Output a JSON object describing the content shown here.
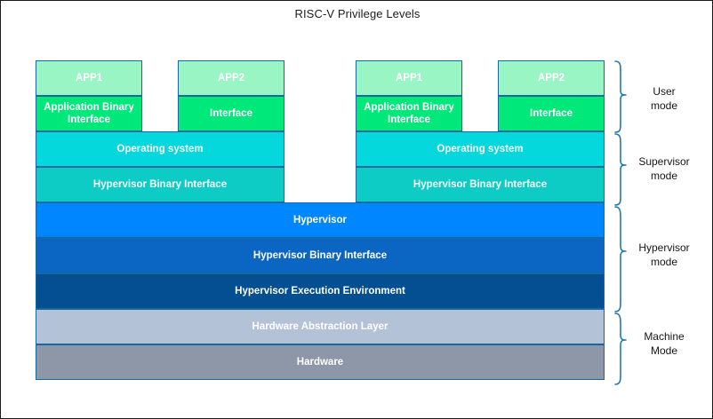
{
  "title": "RISC-V Privilege Levels",
  "colors": {
    "app": "#99f5c4",
    "abi": "#00e87a",
    "os": "#05d8dc",
    "supervisor_hbi": "#0dccc6",
    "hypervisor": "#0086ff",
    "hypervisor_binary_interface": "#0a66c2",
    "hypervisor_execution_environment": "#034f91",
    "hardware_abstraction_layer": "#b4c2d7",
    "hardware": "#8e97a8",
    "border": "#16689e",
    "brace": "#1f77b4",
    "text_on_block": "#ffffff",
    "label_text": "#161616"
  },
  "vms": [
    {
      "name": "vm-left",
      "apps": [
        {
          "title": "APP1",
          "interface": "Application Binary Interface"
        },
        {
          "title": "APP2",
          "interface": "Interface"
        }
      ],
      "os": "Operating system",
      "hbi": "Hypervisor Binary Interface"
    },
    {
      "name": "vm-right",
      "apps": [
        {
          "title": "APP1",
          "interface": "Application Binary Interface"
        },
        {
          "title": "APP2",
          "interface": "Interface"
        }
      ],
      "os": "Operating system",
      "hbi": "Hypervisor Binary Interface"
    }
  ],
  "shared_layers": [
    {
      "label": "Hypervisor"
    },
    {
      "label": "Hypervisor Binary Interface"
    },
    {
      "label": "Hypervisor Execution Environment"
    },
    {
      "label": "Hardware Abstraction Layer"
    },
    {
      "label": "Hardware"
    }
  ],
  "modes": [
    {
      "line1": "User",
      "line2": "mode"
    },
    {
      "line1": "Supervisor",
      "line2": "mode"
    },
    {
      "line1": "Hypervisor",
      "line2": "mode"
    },
    {
      "line1": "Machine",
      "line2": "Mode"
    }
  ]
}
